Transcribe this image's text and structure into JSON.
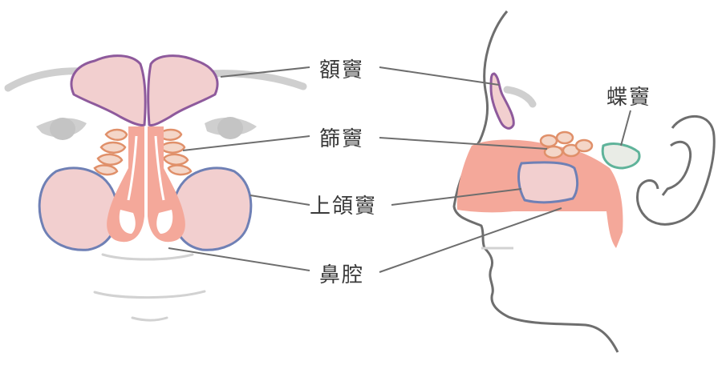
{
  "labels": {
    "frontal_sinus": "額竇",
    "ethmoid_sinus": "篩竇",
    "maxillary_sinus": "上頜竇",
    "nasal_cavity": "鼻腔",
    "sphenoid_sinus": "蝶竇"
  },
  "colors": {
    "frontal_fill": "#f2cfcf",
    "frontal_stroke": "#8e5a9c",
    "ethmoid_stroke": "#e0906a",
    "maxillary_stroke": "#6f80b5",
    "nasal_fill": "#f4a89a",
    "sphenoid_stroke": "#5fb39a",
    "face_grey": "#c8c8c8",
    "outline": "#6e6e6e"
  }
}
